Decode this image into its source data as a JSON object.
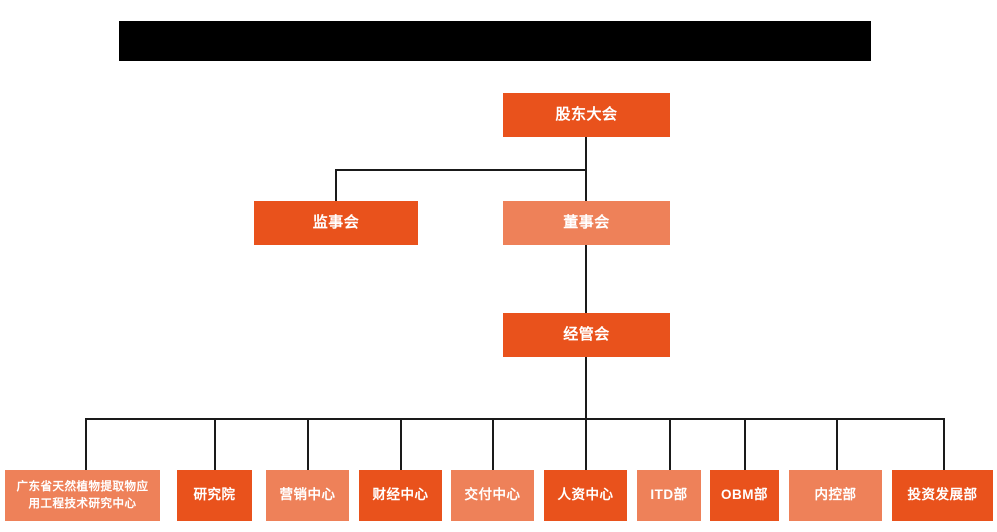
{
  "diagram": {
    "type": "org-chart",
    "title_banner": {
      "label": "",
      "color": "#000000"
    },
    "palette": {
      "deep_orange": "#E9521C",
      "light_orange": "#EE8159",
      "connector": "#1a1a1a",
      "text": "#FFFFFF",
      "background": "#FFFFFF"
    },
    "levels": [
      {
        "level": 1,
        "nodes": [
          {
            "id": "shareholders",
            "label": "股东大会",
            "tone": "deep"
          }
        ]
      },
      {
        "level": 2,
        "nodes": [
          {
            "id": "supervisors",
            "label": "监事会",
            "tone": "deep"
          },
          {
            "id": "directors",
            "label": "董事会",
            "tone": "light"
          }
        ]
      },
      {
        "level": 3,
        "nodes": [
          {
            "id": "management",
            "label": "经管会",
            "tone": "deep"
          }
        ]
      },
      {
        "level": 4,
        "nodes": [
          {
            "id": "gd-center",
            "label_line1": "广东省天然植物提取物应",
            "label_line2": "用工程技术研究中心",
            "tone": "light"
          },
          {
            "id": "research-institute",
            "label": "研究院",
            "tone": "deep"
          },
          {
            "id": "marketing-center",
            "label": "营销中心",
            "tone": "light"
          },
          {
            "id": "finance-center",
            "label": "财经中心",
            "tone": "deep"
          },
          {
            "id": "delivery-center",
            "label": "交付中心",
            "tone": "light"
          },
          {
            "id": "hr-center",
            "label": "人资中心",
            "tone": "deep"
          },
          {
            "id": "itd-dept",
            "label": "ITD部",
            "tone": "light"
          },
          {
            "id": "obm-dept",
            "label": "OBM部",
            "tone": "deep"
          },
          {
            "id": "internal-control-dept",
            "label": "内控部",
            "tone": "light"
          },
          {
            "id": "investment-dev-dept",
            "label": "投资发展部",
            "tone": "deep"
          }
        ]
      }
    ]
  }
}
